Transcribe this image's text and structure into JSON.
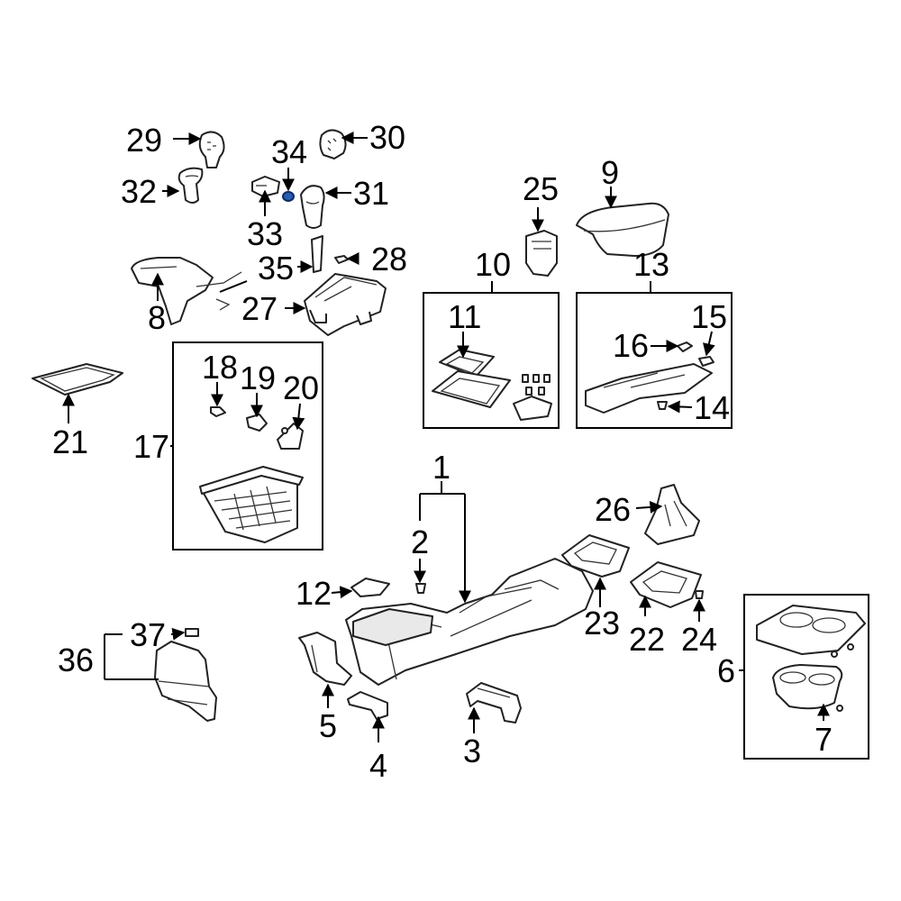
{
  "diagram": {
    "callouts": [
      "1",
      "2",
      "3",
      "4",
      "5",
      "6",
      "7",
      "8",
      "9",
      "10",
      "11",
      "12",
      "13",
      "14",
      "15",
      "16",
      "17",
      "18",
      "19",
      "20",
      "21",
      "22",
      "23",
      "24",
      "25",
      "26",
      "27",
      "28",
      "29",
      "30",
      "31",
      "32",
      "33",
      "34",
      "35",
      "36",
      "37"
    ],
    "highlighted_part": "34",
    "highlight_color": "#2a5db0"
  }
}
